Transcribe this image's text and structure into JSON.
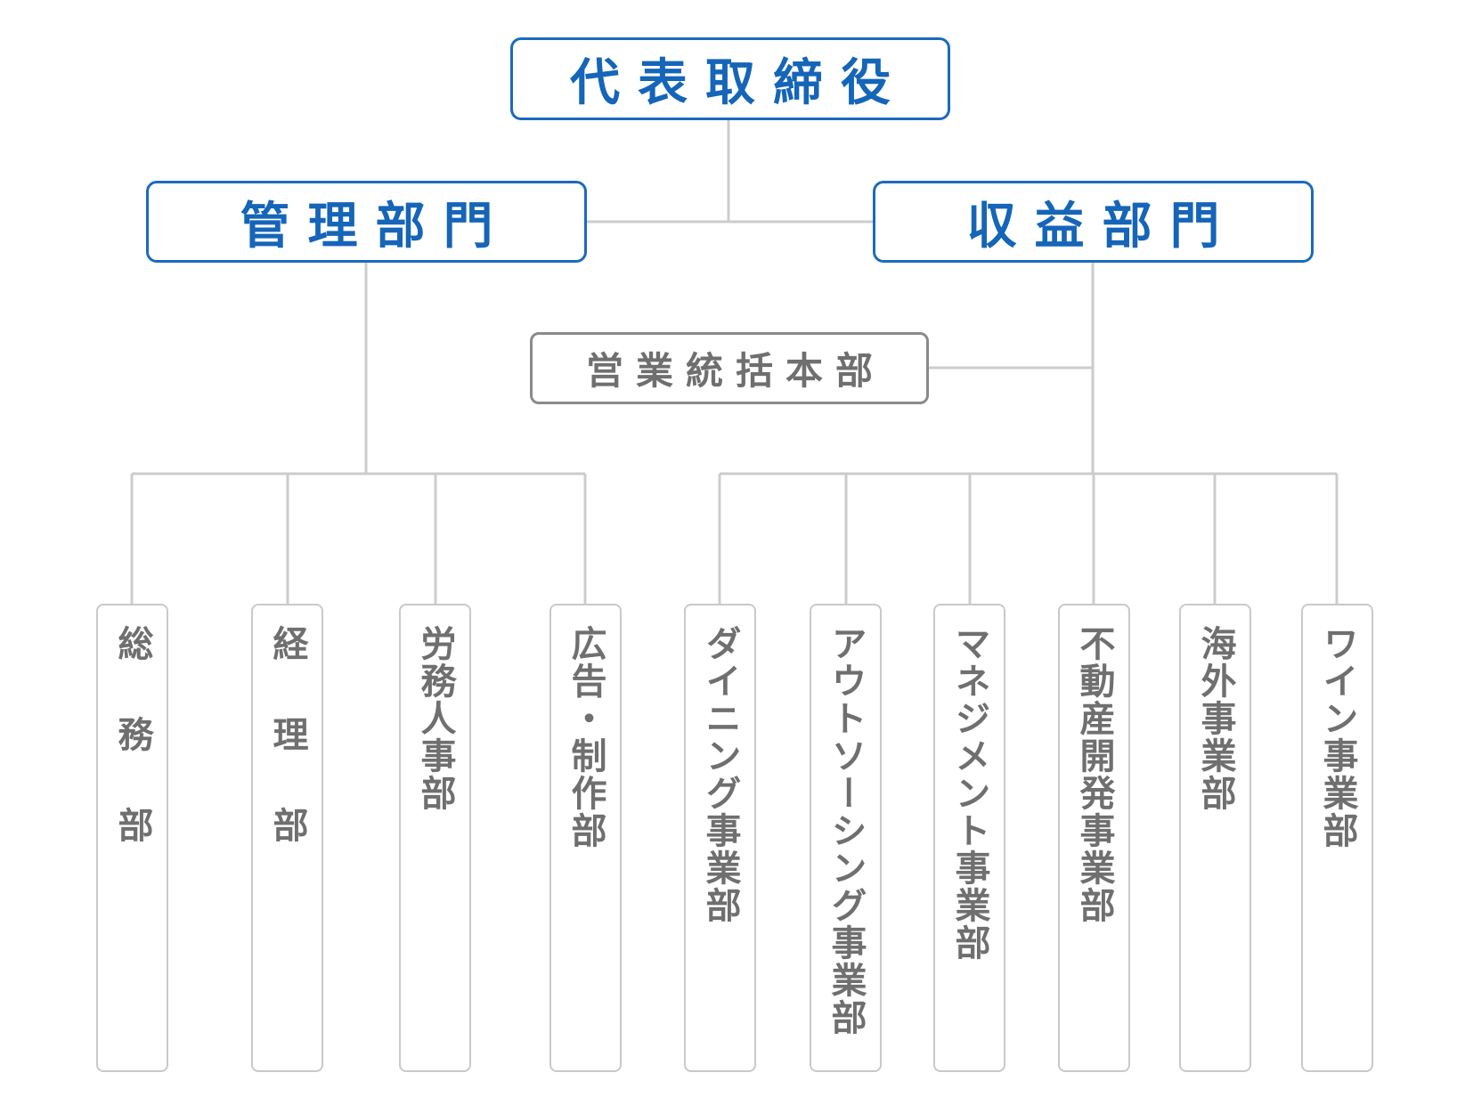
{
  "top": {
    "label": "代表取締役"
  },
  "left_division": {
    "label": "管理部門"
  },
  "right_division": {
    "label": "収益部門"
  },
  "sales_hq": {
    "label": "営業統括本部"
  },
  "admin_departments": [
    {
      "label": "総務部"
    },
    {
      "label": "経理部"
    },
    {
      "label": "労務人事部"
    },
    {
      "label": "広告・制作部"
    }
  ],
  "revenue_departments": [
    {
      "label": "ダイニング事業部"
    },
    {
      "label": "アウトソーシング事業部"
    },
    {
      "label": "マネジメント事業部"
    },
    {
      "label": "不動産開発事業部"
    },
    {
      "label": "海外事業部"
    },
    {
      "label": "ワイン事業部"
    }
  ],
  "colors": {
    "accent": "#1565b8",
    "box_border_gray": "#8a8a8a",
    "connector": "#cccccc",
    "department_text": "#6f6f6f"
  }
}
